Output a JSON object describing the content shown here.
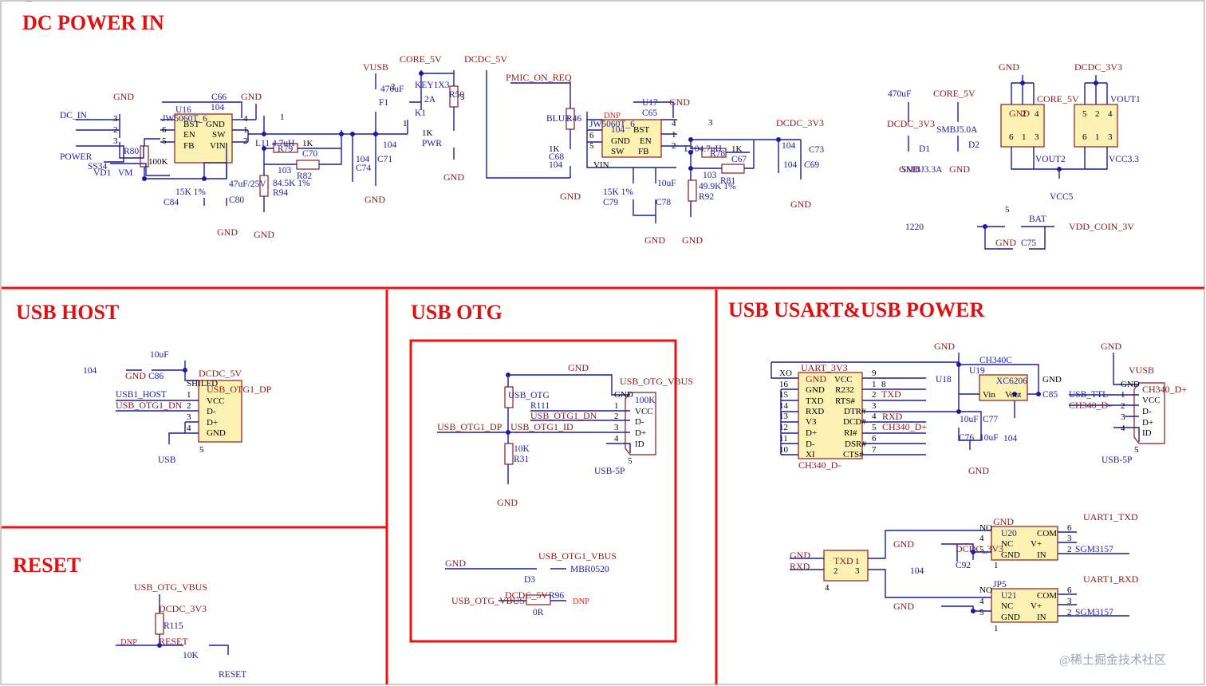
{
  "sections": {
    "dc_power": "DC POWER IN",
    "usb_host": "USB HOST",
    "usb_otg": "USB OTG",
    "usb_uart": "USB USART&USB POWER",
    "reset": "RESET"
  },
  "watermark": "@稀土掘金技术社区",
  "colors": {
    "section_border": "#ee1111",
    "wire": "#1c1c9a",
    "net_label": "#8b1a1a",
    "ic_fill": "#fdf2b4"
  },
  "labels": [
    {
      "t": "VUSB",
      "c": "net"
    },
    {
      "t": "CORE_5V",
      "c": "net"
    },
    {
      "t": "DCDC_5V",
      "c": "net"
    },
    {
      "t": "PMIC_ON_REQ",
      "c": "net"
    },
    {
      "t": "GND",
      "c": "net"
    },
    {
      "t": "GND",
      "c": "net"
    },
    {
      "t": "GND",
      "c": "net"
    },
    {
      "t": "GND",
      "c": "net"
    },
    {
      "t": "GND",
      "c": "net"
    },
    {
      "t": "GND",
      "c": "net"
    },
    {
      "t": "GND",
      "c": "net"
    },
    {
      "t": "GND",
      "c": "net"
    },
    {
      "t": "GND",
      "c": "net"
    },
    {
      "t": "GND",
      "c": "net"
    },
    {
      "t": "GND",
      "c": "net"
    },
    {
      "t": "GND",
      "c": "net"
    },
    {
      "t": "DCDC_3V3",
      "c": "net"
    },
    {
      "t": "DC_IN",
      "c": "lbl"
    },
    {
      "t": "POWER",
      "c": "lbl"
    },
    {
      "t": "SS34",
      "c": "lbl"
    },
    {
      "t": "VD1",
      "c": "lbl"
    },
    {
      "t": "VM",
      "c": "lbl"
    },
    {
      "t": "U16",
      "c": "lbl"
    },
    {
      "t": "C66",
      "c": "lbl"
    },
    {
      "t": "104",
      "c": "lbl"
    },
    {
      "t": "R80",
      "c": "lbl"
    },
    {
      "t": "100K",
      "c": "pin"
    },
    {
      "t": "BST",
      "c": "pin"
    },
    {
      "t": "GND",
      "c": "pin"
    },
    {
      "t": "EN",
      "c": "pin"
    },
    {
      "t": "SW",
      "c": "pin"
    },
    {
      "t": "FB",
      "c": "pin"
    },
    {
      "t": "VIN",
      "c": "pin"
    },
    {
      "t": "JW5060T_6",
      "c": "lbl"
    },
    {
      "t": "6",
      "c": "pin"
    },
    {
      "t": "5",
      "c": "pin"
    },
    {
      "t": "4",
      "c": "pin"
    },
    {
      "t": "1",
      "c": "pin"
    },
    {
      "t": "2",
      "c": "pin"
    },
    {
      "t": "3",
      "c": "pin"
    },
    {
      "t": "2",
      "c": "pin"
    },
    {
      "t": "3",
      "c": "pin"
    },
    {
      "t": "1",
      "c": "pin"
    },
    {
      "t": "L11 4.7uH",
      "c": "lbl"
    },
    {
      "t": "R79",
      "c": "lbl"
    },
    {
      "t": "1K",
      "c": "pin"
    },
    {
      "t": "C70",
      "c": "lbl"
    },
    {
      "t": "103",
      "c": "lbl"
    },
    {
      "t": "R82",
      "c": "lbl"
    },
    {
      "t": "84.5K 1%",
      "c": "lbl"
    },
    {
      "t": "R94",
      "c": "lbl"
    },
    {
      "t": "15K 1%",
      "c": "lbl"
    },
    {
      "t": "C84",
      "c": "lbl"
    },
    {
      "t": "47uF/25V",
      "c": "lbl"
    },
    {
      "t": "C80",
      "c": "lbl"
    },
    {
      "t": "104",
      "c": "lbl"
    },
    {
      "t": "C74",
      "c": "lbl"
    },
    {
      "t": "104",
      "c": "lbl"
    },
    {
      "t": "C71",
      "c": "lbl"
    },
    {
      "t": "470uF",
      "c": "lbl"
    },
    {
      "t": "F1",
      "c": "lbl"
    },
    {
      "t": "2A",
      "c": "lbl"
    },
    {
      "t": "K1",
      "c": "lbl"
    },
    {
      "t": "KEY1X3",
      "c": "lbl"
    },
    {
      "t": "1",
      "c": "pin"
    },
    {
      "t": "2",
      "c": "pin"
    },
    {
      "t": "3",
      "c": "pin"
    },
    {
      "t": "R50",
      "c": "lbl"
    },
    {
      "t": "1K",
      "c": "pin"
    },
    {
      "t": "PWR",
      "c": "lbl"
    },
    {
      "t": "BLUE",
      "c": "lbl"
    },
    {
      "t": "R46",
      "c": "lbl"
    },
    {
      "t": "1K",
      "c": "pin"
    },
    {
      "t": "C68",
      "c": "lbl"
    },
    {
      "t": "104",
      "c": "lbl"
    },
    {
      "t": "DNP",
      "c": "red"
    },
    {
      "t": "U17",
      "c": "lbl"
    },
    {
      "t": "C65",
      "c": "lbl"
    },
    {
      "t": "104",
      "c": "lbl"
    },
    {
      "t": "BST",
      "c": "pin"
    },
    {
      "t": "GND",
      "c": "pin"
    },
    {
      "t": "EN",
      "c": "pin"
    },
    {
      "t": "SW",
      "c": "pin"
    },
    {
      "t": "FB",
      "c": "pin"
    },
    {
      "t": "VIN",
      "c": "pin"
    },
    {
      "t": "JW5060T_6",
      "c": "lbl"
    },
    {
      "t": "6",
      "c": "pin"
    },
    {
      "t": "5",
      "c": "pin"
    },
    {
      "t": "4",
      "c": "pin"
    },
    {
      "t": "1",
      "c": "pin"
    },
    {
      "t": "2",
      "c": "pin"
    },
    {
      "t": "3",
      "c": "pin"
    },
    {
      "t": "L104.7uH",
      "c": "lbl"
    },
    {
      "t": "R78",
      "c": "lbl"
    },
    {
      "t": "1K",
      "c": "pin"
    },
    {
      "t": "C67",
      "c": "lbl"
    },
    {
      "t": "103",
      "c": "lbl"
    },
    {
      "t": "R81",
      "c": "lbl"
    },
    {
      "t": "49.9K 1%",
      "c": "lbl"
    },
    {
      "t": "R92",
      "c": "lbl"
    },
    {
      "t": "15K 1%",
      "c": "lbl"
    },
    {
      "t": "C79",
      "c": "lbl"
    },
    {
      "t": "10uF",
      "c": "lbl"
    },
    {
      "t": "C78",
      "c": "lbl"
    },
    {
      "t": "104",
      "c": "lbl"
    },
    {
      "t": "104",
      "c": "lbl"
    },
    {
      "t": "C73",
      "c": "lbl"
    },
    {
      "t": "C69",
      "c": "lbl"
    },
    {
      "t": "470uF",
      "c": "lbl"
    },
    {
      "t": "CORE_5V",
      "c": "net"
    },
    {
      "t": "DCDC_3V3",
      "c": "net"
    },
    {
      "t": "D1",
      "c": "lbl"
    },
    {
      "t": "SMBJ5.0A",
      "c": "lbl"
    },
    {
      "t": "D2",
      "c": "lbl"
    },
    {
      "t": "SMBJ3.3A",
      "c": "lbl"
    },
    {
      "t": "GND",
      "c": "net"
    },
    {
      "t": "GND",
      "c": "net"
    },
    {
      "t": "DCDC_3V3",
      "c": "net"
    },
    {
      "t": "CORE_5V",
      "c": "net"
    },
    {
      "t": "VOUT1",
      "c": "lbl"
    },
    {
      "t": "VOUT2",
      "c": "lbl"
    },
    {
      "t": "VCC3.3",
      "c": "lbl"
    },
    {
      "t": "VCC5",
      "c": "lbl"
    },
    {
      "t": "GND",
      "c": "net"
    },
    {
      "t": "2",
      "c": "pin"
    },
    {
      "t": "4",
      "c": "pin"
    },
    {
      "t": "6",
      "c": "pin"
    },
    {
      "t": "1",
      "c": "pin"
    },
    {
      "t": "3",
      "c": "pin"
    },
    {
      "t": "5",
      "c": "pin"
    },
    {
      "t": "2",
      "c": "pin"
    },
    {
      "t": "4",
      "c": "pin"
    },
    {
      "t": "6",
      "c": "pin"
    },
    {
      "t": "1",
      "c": "pin"
    },
    {
      "t": "3",
      "c": "pin"
    },
    {
      "t": "5",
      "c": "pin"
    },
    {
      "t": "BAT",
      "c": "lbl"
    },
    {
      "t": "1220",
      "c": "lbl"
    },
    {
      "t": "VDD_COIN_3V",
      "c": "net"
    },
    {
      "t": "GND",
      "c": "net"
    },
    {
      "t": "C75",
      "c": "lbl"
    },
    {
      "t": "104",
      "c": "lbl"
    },
    {
      "t": "GND",
      "c": "net"
    },
    {
      "t": "C86",
      "c": "lbl"
    },
    {
      "t": "10uF",
      "c": "lbl"
    },
    {
      "t": "DCDC_5V",
      "c": "net"
    },
    {
      "t": "USB1_HOST",
      "c": "lbl"
    },
    {
      "t": "USB_OTG1_DN",
      "c": "net"
    },
    {
      "t": "USB_OTG1_DP",
      "c": "net"
    },
    {
      "t": "VCC",
      "c": "pin"
    },
    {
      "t": "D-",
      "c": "pin"
    },
    {
      "t": "D+",
      "c": "pin"
    },
    {
      "t": "GND",
      "c": "pin"
    },
    {
      "t": "SHILED",
      "c": "pin"
    },
    {
      "t": "1",
      "c": "pin"
    },
    {
      "t": "2",
      "c": "pin"
    },
    {
      "t": "3",
      "c": "pin"
    },
    {
      "t": "4",
      "c": "pin"
    },
    {
      "t": "5",
      "c": "pin"
    },
    {
      "t": "USB",
      "c": "lbl"
    },
    {
      "t": "GND",
      "c": "net"
    },
    {
      "t": "USB_OTG_VBUS",
      "c": "net"
    },
    {
      "t": "USB_OTG",
      "c": "lbl"
    },
    {
      "t": "R111",
      "c": "lbl"
    },
    {
      "t": "USB_OTG1_DN",
      "c": "net"
    },
    {
      "t": "USB_OTG1_DP",
      "c": "net"
    },
    {
      "t": "USB_OTG1_ID",
      "c": "net"
    },
    {
      "t": "10K",
      "c": "lbl"
    },
    {
      "t": "R31",
      "c": "lbl"
    },
    {
      "t": "100K",
      "c": "lbl"
    },
    {
      "t": "VCC",
      "c": "pin"
    },
    {
      "t": "D-",
      "c": "pin"
    },
    {
      "t": "D+",
      "c": "pin"
    },
    {
      "t": "ID",
      "c": "pin"
    },
    {
      "t": "GND",
      "c": "pin"
    },
    {
      "t": "1",
      "c": "pin"
    },
    {
      "t": "2",
      "c": "pin"
    },
    {
      "t": "3",
      "c": "pin"
    },
    {
      "t": "4",
      "c": "pin"
    },
    {
      "t": "5",
      "c": "pin"
    },
    {
      "t": "USB-5P",
      "c": "lbl"
    },
    {
      "t": "GND",
      "c": "net"
    },
    {
      "t": "GND",
      "c": "net"
    },
    {
      "t": "USB_OTG1_VBUS",
      "c": "net"
    },
    {
      "t": "D3",
      "c": "lbl"
    },
    {
      "t": "MBR0520",
      "c": "lbl"
    },
    {
      "t": "USB_OTG_VBUS",
      "c": "net"
    },
    {
      "t": "DCDC_5V",
      "c": "net"
    },
    {
      "t": "R96",
      "c": "lbl"
    },
    {
      "t": "0R",
      "c": "lbl"
    },
    {
      "t": "DNP",
      "c": "red"
    },
    {
      "t": "USB_OTG_VBUS",
      "c": "net"
    },
    {
      "t": "DCDC_3V3",
      "c": "net"
    },
    {
      "t": "R115",
      "c": "lbl"
    },
    {
      "t": "DNP",
      "c": "red"
    },
    {
      "t": "RESET",
      "c": "net"
    },
    {
      "t": "10K",
      "c": "lbl"
    },
    {
      "t": "RESET",
      "c": "lbl"
    },
    {
      "t": "GND",
      "c": "net"
    },
    {
      "t": "UART_3V3",
      "c": "net"
    },
    {
      "t": "U18",
      "c": "lbl"
    },
    {
      "t": "GND",
      "c": "net"
    },
    {
      "t": "VCC",
      "c": "pin"
    },
    {
      "t": "GND",
      "c": "pin"
    },
    {
      "t": "R232",
      "c": "pin"
    },
    {
      "t": "TXD",
      "c": "pin"
    },
    {
      "t": "RTS#",
      "c": "pin"
    },
    {
      "t": "RXD",
      "c": "pin"
    },
    {
      "t": "DTR#",
      "c": "pin"
    },
    {
      "t": "V3",
      "c": "pin"
    },
    {
      "t": "DCD#",
      "c": "pin"
    },
    {
      "t": "D+",
      "c": "pin"
    },
    {
      "t": "RI#",
      "c": "pin"
    },
    {
      "t": "D-",
      "c": "pin"
    },
    {
      "t": "DSR#",
      "c": "pin"
    },
    {
      "t": "XI",
      "c": "pin"
    },
    {
      "t": "CTS#",
      "c": "pin"
    },
    {
      "t": "XO",
      "c": "pin"
    },
    {
      "t": "16",
      "c": "pin"
    },
    {
      "t": "15",
      "c": "pin"
    },
    {
      "t": "14",
      "c": "pin"
    },
    {
      "t": "13",
      "c": "pin"
    },
    {
      "t": "12",
      "c": "pin"
    },
    {
      "t": "11",
      "c": "pin"
    },
    {
      "t": "10",
      "c": "pin"
    },
    {
      "t": "9",
      "c": "pin"
    },
    {
      "t": "1",
      "c": "pin"
    },
    {
      "t": "2",
      "c": "pin"
    },
    {
      "t": "3",
      "c": "pin"
    },
    {
      "t": "4",
      "c": "pin"
    },
    {
      "t": "5",
      "c": "pin"
    },
    {
      "t": "6",
      "c": "pin"
    },
    {
      "t": "7",
      "c": "pin"
    },
    {
      "t": "8",
      "c": "pin"
    },
    {
      "t": "TXD",
      "c": "net"
    },
    {
      "t": "RXD",
      "c": "net"
    },
    {
      "t": "CH340_D+",
      "c": "net"
    },
    {
      "t": "CH340_D-",
      "c": "net"
    },
    {
      "t": "CH340C",
      "c": "lbl"
    },
    {
      "t": "U19",
      "c": "lbl"
    },
    {
      "t": "XC6206",
      "c": "lbl"
    },
    {
      "t": "Vin",
      "c": "pin"
    },
    {
      "t": "Vout",
      "c": "pin"
    },
    {
      "t": "GND",
      "c": "pin"
    },
    {
      "t": "C85",
      "c": "lbl"
    },
    {
      "t": "10uF",
      "c": "lbl"
    },
    {
      "t": "C77",
      "c": "lbl"
    },
    {
      "t": "C76",
      "c": "lbl"
    },
    {
      "t": "10uF",
      "c": "lbl"
    },
    {
      "t": "104",
      "c": "lbl"
    },
    {
      "t": "GND",
      "c": "net"
    },
    {
      "t": "GND",
      "c": "net"
    },
    {
      "t": "VUSB",
      "c": "net"
    },
    {
      "t": "USB_TTL",
      "c": "lbl"
    },
    {
      "t": "CH340_D-",
      "c": "net"
    },
    {
      "t": "CH340_D+",
      "c": "net"
    },
    {
      "t": "VCC",
      "c": "pin"
    },
    {
      "t": "D-",
      "c": "pin"
    },
    {
      "t": "D+",
      "c": "pin"
    },
    {
      "t": "ID",
      "c": "pin"
    },
    {
      "t": "GND",
      "c": "pin"
    },
    {
      "t": "1",
      "c": "pin"
    },
    {
      "t": "2",
      "c": "pin"
    },
    {
      "t": "3",
      "c": "pin"
    },
    {
      "t": "4",
      "c": "pin"
    },
    {
      "t": "5",
      "c": "pin"
    },
    {
      "t": "USB-5P",
      "c": "lbl"
    },
    {
      "t": "GND",
      "c": "net"
    },
    {
      "t": "U20",
      "c": "lbl"
    },
    {
      "t": "COM",
      "c": "pin"
    },
    {
      "t": "NC",
      "c": "pin"
    },
    {
      "t": "V+",
      "c": "pin"
    },
    {
      "t": "GND",
      "c": "pin"
    },
    {
      "t": "IN",
      "c": "pin"
    },
    {
      "t": "NO",
      "c": "pin"
    },
    {
      "t": "4",
      "c": "pin"
    },
    {
      "t": "5",
      "c": "pin"
    },
    {
      "t": "6",
      "c": "pin"
    },
    {
      "t": "3",
      "c": "pin"
    },
    {
      "t": "2",
      "c": "pin"
    },
    {
      "t": "1",
      "c": "pin"
    },
    {
      "t": "SGM3157",
      "c": "lbl"
    },
    {
      "t": "UART1_TXD",
      "c": "net"
    },
    {
      "t": "GND",
      "c": "net"
    },
    {
      "t": "DCDC_3V3",
      "c": "net"
    },
    {
      "t": "C92",
      "c": "lbl"
    },
    {
      "t": "104",
      "c": "lbl"
    },
    {
      "t": "GND",
      "c": "net"
    },
    {
      "t": "RXD",
      "c": "net"
    },
    {
      "t": "TXD",
      "c": "net"
    },
    {
      "t": "1",
      "c": "pin"
    },
    {
      "t": "2",
      "c": "pin"
    },
    {
      "t": "3",
      "c": "pin"
    },
    {
      "t": "4",
      "c": "pin"
    },
    {
      "t": "JP5",
      "c": "lbl"
    },
    {
      "t": "U21",
      "c": "lbl"
    },
    {
      "t": "COM",
      "c": "pin"
    },
    {
      "t": "NC",
      "c": "pin"
    },
    {
      "t": "V+",
      "c": "pin"
    },
    {
      "t": "GND",
      "c": "pin"
    },
    {
      "t": "IN",
      "c": "pin"
    },
    {
      "t": "NO",
      "c": "pin"
    },
    {
      "t": "4",
      "c": "pin"
    },
    {
      "t": "5",
      "c": "pin"
    },
    {
      "t": "6",
      "c": "pin"
    },
    {
      "t": "3",
      "c": "pin"
    },
    {
      "t": "2",
      "c": "pin"
    },
    {
      "t": "1",
      "c": "pin"
    },
    {
      "t": "SGM3157",
      "c": "lbl"
    },
    {
      "t": "UART1_RXD",
      "c": "net"
    },
    {
      "t": "GND",
      "c": "net"
    },
    {
      "t": "DCDC_3V3",
      "c": "net"
    }
  ]
}
